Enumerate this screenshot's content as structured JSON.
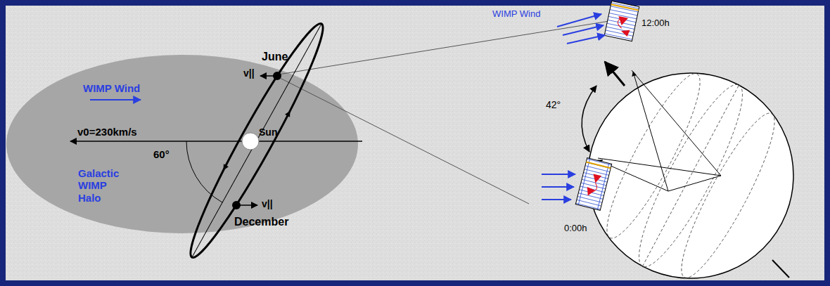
{
  "diagram": {
    "nodes": [
      {
        "text": [
          "Galactic WIMP Halo"
        ]
      }
    ],
    "labels": [
      "WIMP Wind",
      "v0=230km/s",
      "60°",
      "June",
      "v||",
      "Sun",
      "v||",
      "December",
      "WIMP Wind",
      "12:00h",
      "42°",
      "0:00h"
    ]
  }
}
